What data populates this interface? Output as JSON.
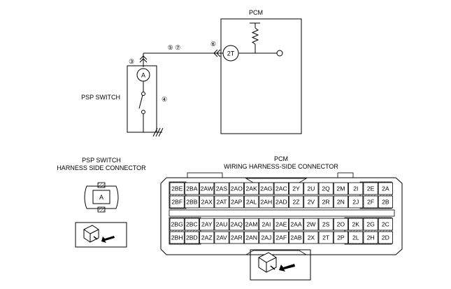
{
  "schematic": {
    "pcm_label": "PCM",
    "pcm_terminal": "2T",
    "switch_label": "PSP SWITCH",
    "switch_terminal": "A",
    "callouts": [
      "③",
      "④",
      "⑤ ⑦",
      "⑥"
    ]
  },
  "psp_connector": {
    "title_line1": "PSP SWITCH",
    "title_line2": "HARNESS SIDE CONNECTOR",
    "terminal": "A"
  },
  "pcm_connector": {
    "title_line1": "PCM",
    "title_line2": "WIRING HARNESS-SIDE CONNECTOR",
    "rows": [
      [
        "2BE",
        "2BA",
        "2AW",
        "2AS",
        "2AO",
        "2AK",
        "2AG",
        "2AC",
        "2Y",
        "2U",
        "2Q",
        "2M",
        "2I",
        "2E",
        "2A"
      ],
      [
        "2BF",
        "2BB",
        "2AX",
        "2AT",
        "2AP",
        "2AL",
        "2AH",
        "2AD",
        "2Z",
        "2V",
        "2R",
        "2N",
        "2J",
        "2F",
        "2B"
      ],
      [
        "2BG",
        "2BC",
        "2AY",
        "2AU",
        "2AQ",
        "2AM",
        "2AI",
        "2AE",
        "2AA",
        "2W",
        "2S",
        "2O",
        "2K",
        "2G",
        "2C"
      ],
      [
        "2BH",
        "2BD",
        "2AZ",
        "2AV",
        "2AR",
        "2AN",
        "2AJ",
        "2AF",
        "2AB",
        "2X",
        "2T",
        "2P",
        "2L",
        "2H",
        "2D"
      ]
    ]
  }
}
